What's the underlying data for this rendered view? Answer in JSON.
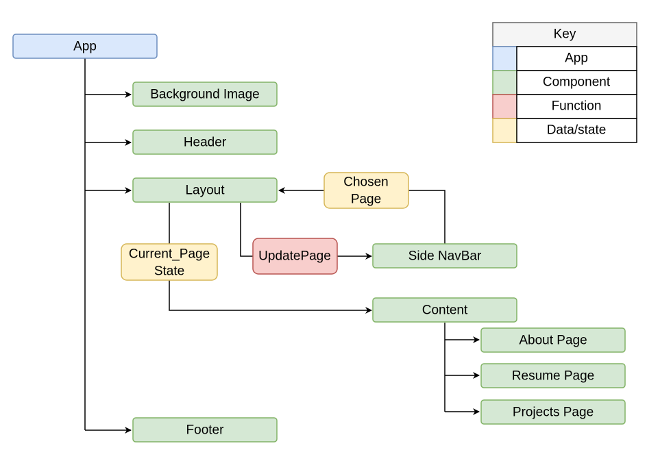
{
  "colors": {
    "app_fill": "#dae8fc",
    "app_stroke": "#6c8ebf",
    "component_fill": "#d5e8d4",
    "component_stroke": "#82b366",
    "function_fill": "#f8cecc",
    "function_stroke": "#b85450",
    "data_fill": "#fff2cc",
    "data_stroke": "#d6b656",
    "key_header_fill": "#f5f5f5",
    "key_header_stroke": "#666666",
    "line": "#000000"
  },
  "nodes": {
    "app": {
      "label": "App"
    },
    "background_image": {
      "label": "Background Image"
    },
    "header": {
      "label": "Header"
    },
    "layout": {
      "label": "Layout"
    },
    "chosen_page": {
      "label_line1": "Chosen",
      "label_line2": "Page"
    },
    "current_page_state": {
      "label_line1": "Current_Page",
      "label_line2": "State"
    },
    "update_page": {
      "label": "UpdatePage"
    },
    "side_navbar": {
      "label": "Side NavBar"
    },
    "content": {
      "label": "Content"
    },
    "about_page": {
      "label": "About Page"
    },
    "resume_page": {
      "label": "Resume Page"
    },
    "projects_page": {
      "label": "Projects Page"
    },
    "footer": {
      "label": "Footer"
    }
  },
  "key": {
    "title": "Key",
    "rows": [
      {
        "label": "App",
        "swatch": "app"
      },
      {
        "label": "Component",
        "swatch": "component"
      },
      {
        "label": "Function",
        "swatch": "function"
      },
      {
        "label": "Data/state",
        "swatch": "data"
      }
    ]
  }
}
